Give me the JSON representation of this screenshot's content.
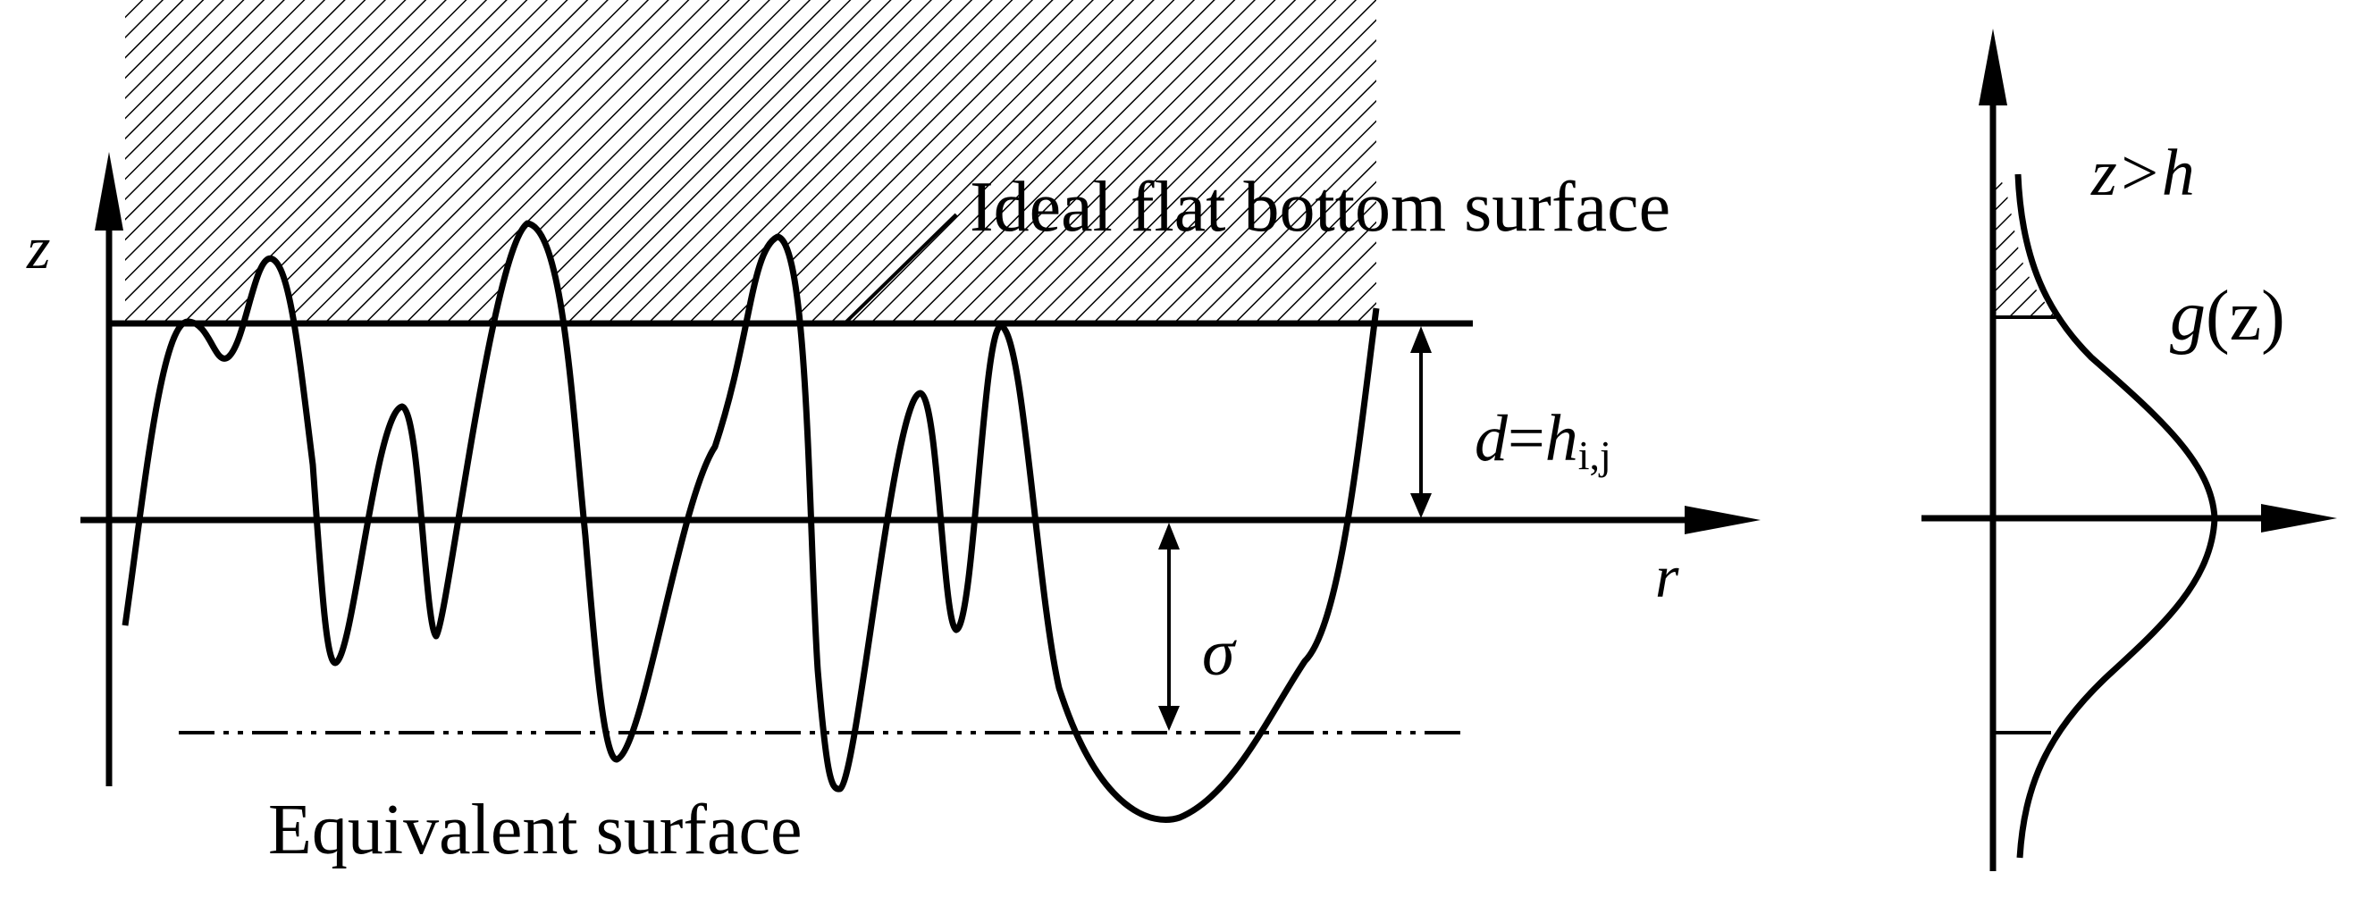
{
  "labels": {
    "z_axis": "z",
    "r_axis": "r",
    "ideal_surface": "Ideal flat bottom surface",
    "equivalent_surface": "Equivalent surface",
    "d_symbol": "d",
    "equals": "=",
    "h_symbol": "h",
    "h_subscript": "i,j",
    "sigma": "σ",
    "z_gt_h": "z>h",
    "g_symbol": "g",
    "g_paren_open": "(",
    "g_arg": "z",
    "g_paren_close": ")"
  }
}
